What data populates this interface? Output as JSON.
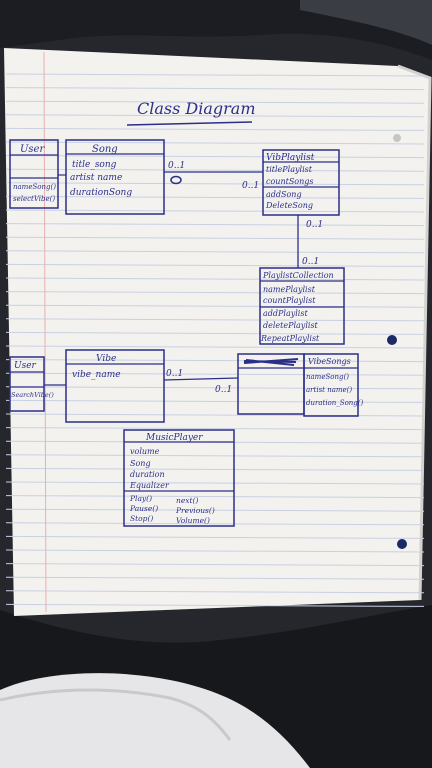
{
  "scene": {
    "description_colors": {
      "background_top": "#1f2127",
      "paper": "#f3f2ef",
      "paper_shadow": "#d9d8d4",
      "ruled_line": "#c8cfe0",
      "margin_line": "#e4a9a9",
      "ink": "#2b2f8a",
      "blanket": "#e9e9ea",
      "cloth_dark": "#16171b"
    }
  },
  "page": {
    "title": "Class Diagram",
    "classes": [
      {
        "id": "user1",
        "name": "User",
        "attributes": [],
        "methods": [
          "nameSong()",
          "selectVibe()"
        ]
      },
      {
        "id": "song",
        "name": "Song",
        "attributes": [
          "title_song",
          "artist name",
          "durationSong"
        ],
        "methods": []
      },
      {
        "id": "playlist",
        "name": "VibPlaylist",
        "attributes": [
          "titlePlaylist",
          "countSongs"
        ],
        "methods": [
          "addSong",
          "DeleteSong"
        ]
      },
      {
        "id": "collection",
        "name": "PlaylistCollection",
        "attributes": [
          "namePlaylist",
          "countPlaylist"
        ],
        "methods": [
          "addPlaylist",
          "deletePlaylist",
          "RepeatPlaylist"
        ]
      },
      {
        "id": "user2",
        "name": "User",
        "attributes": [],
        "methods": [
          "SearchVibe()"
        ]
      },
      {
        "id": "vibe",
        "name": "Vibe",
        "attributes": [
          "vibe_name"
        ],
        "methods": []
      },
      {
        "id": "vibesongs_left",
        "name": "",
        "attributes": [],
        "methods": []
      },
      {
        "id": "vibesongs",
        "name": "VibeSongs",
        "attributes": [],
        "methods": [
          "nameSong()",
          "artist name()",
          "duration_Song()"
        ]
      },
      {
        "id": "musicplayer",
        "name": "MusicPlayer",
        "attributes": [
          "volume",
          "Song",
          "duration",
          "Equalizer"
        ],
        "methods": [
          "Play()",
          "Pause()",
          "Stop()",
          "next()",
          "Previous()",
          "Volume()"
        ]
      }
    ],
    "multiplicities": {
      "song_playlist_left": "0..1",
      "song_playlist_right": "0..1",
      "playlist_collection_top": "0..1",
      "playlist_collection_bottom": "0..1",
      "vibe_vibesongs_left": "0..1",
      "vibe_vibesongs_right": "0..1"
    }
  }
}
